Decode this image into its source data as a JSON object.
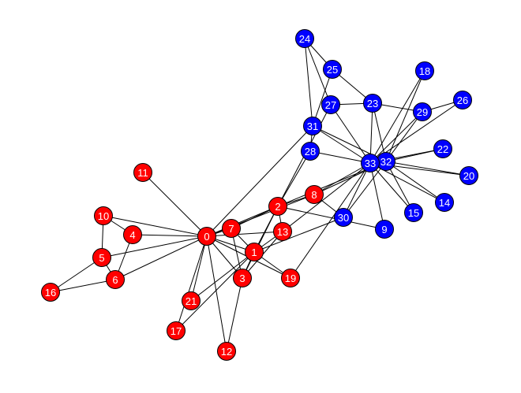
{
  "graph": {
    "colors": {
      "red": "#ff0000",
      "blue": "#0000ff",
      "edge": "#000000",
      "label": "#ffffff"
    },
    "nodes": [
      {
        "id": "0",
        "group": "red"
      },
      {
        "id": "1",
        "group": "red"
      },
      {
        "id": "2",
        "group": "red"
      },
      {
        "id": "3",
        "group": "red"
      },
      {
        "id": "4",
        "group": "red"
      },
      {
        "id": "5",
        "group": "red"
      },
      {
        "id": "6",
        "group": "red"
      },
      {
        "id": "7",
        "group": "red"
      },
      {
        "id": "8",
        "group": "red"
      },
      {
        "id": "9",
        "group": "blue"
      },
      {
        "id": "10",
        "group": "red"
      },
      {
        "id": "11",
        "group": "red"
      },
      {
        "id": "12",
        "group": "red"
      },
      {
        "id": "13",
        "group": "red"
      },
      {
        "id": "14",
        "group": "blue"
      },
      {
        "id": "15",
        "group": "blue"
      },
      {
        "id": "16",
        "group": "red"
      },
      {
        "id": "17",
        "group": "red"
      },
      {
        "id": "18",
        "group": "blue"
      },
      {
        "id": "19",
        "group": "red"
      },
      {
        "id": "20",
        "group": "blue"
      },
      {
        "id": "21",
        "group": "red"
      },
      {
        "id": "22",
        "group": "blue"
      },
      {
        "id": "23",
        "group": "blue"
      },
      {
        "id": "24",
        "group": "blue"
      },
      {
        "id": "25",
        "group": "blue"
      },
      {
        "id": "26",
        "group": "blue"
      },
      {
        "id": "27",
        "group": "blue"
      },
      {
        "id": "28",
        "group": "blue"
      },
      {
        "id": "29",
        "group": "blue"
      },
      {
        "id": "30",
        "group": "blue"
      },
      {
        "id": "31",
        "group": "blue"
      },
      {
        "id": "32",
        "group": "blue"
      },
      {
        "id": "33",
        "group": "blue"
      }
    ],
    "edges": [
      [
        "0",
        "1"
      ],
      [
        "0",
        "2"
      ],
      [
        "0",
        "3"
      ],
      [
        "0",
        "4"
      ],
      [
        "0",
        "5"
      ],
      [
        "0",
        "6"
      ],
      [
        "0",
        "7"
      ],
      [
        "0",
        "8"
      ],
      [
        "0",
        "10"
      ],
      [
        "0",
        "11"
      ],
      [
        "0",
        "12"
      ],
      [
        "0",
        "13"
      ],
      [
        "0",
        "17"
      ],
      [
        "0",
        "19"
      ],
      [
        "0",
        "21"
      ],
      [
        "0",
        "31"
      ],
      [
        "1",
        "2"
      ],
      [
        "1",
        "3"
      ],
      [
        "1",
        "7"
      ],
      [
        "1",
        "13"
      ],
      [
        "1",
        "17"
      ],
      [
        "1",
        "19"
      ],
      [
        "1",
        "21"
      ],
      [
        "1",
        "30"
      ],
      [
        "2",
        "3"
      ],
      [
        "2",
        "7"
      ],
      [
        "2",
        "8"
      ],
      [
        "2",
        "9"
      ],
      [
        "2",
        "13"
      ],
      [
        "2",
        "27"
      ],
      [
        "2",
        "28"
      ],
      [
        "2",
        "32"
      ],
      [
        "3",
        "7"
      ],
      [
        "3",
        "12"
      ],
      [
        "3",
        "13"
      ],
      [
        "4",
        "6"
      ],
      [
        "4",
        "10"
      ],
      [
        "5",
        "6"
      ],
      [
        "5",
        "10"
      ],
      [
        "5",
        "16"
      ],
      [
        "6",
        "16"
      ],
      [
        "8",
        "30"
      ],
      [
        "8",
        "32"
      ],
      [
        "8",
        "33"
      ],
      [
        "9",
        "33"
      ],
      [
        "13",
        "33"
      ],
      [
        "14",
        "32"
      ],
      [
        "14",
        "33"
      ],
      [
        "15",
        "32"
      ],
      [
        "15",
        "33"
      ],
      [
        "18",
        "32"
      ],
      [
        "18",
        "33"
      ],
      [
        "19",
        "33"
      ],
      [
        "20",
        "32"
      ],
      [
        "20",
        "33"
      ],
      [
        "22",
        "32"
      ],
      [
        "22",
        "33"
      ],
      [
        "23",
        "25"
      ],
      [
        "23",
        "27"
      ],
      [
        "23",
        "29"
      ],
      [
        "23",
        "32"
      ],
      [
        "23",
        "33"
      ],
      [
        "24",
        "25"
      ],
      [
        "24",
        "27"
      ],
      [
        "24",
        "31"
      ],
      [
        "25",
        "31"
      ],
      [
        "26",
        "29"
      ],
      [
        "26",
        "33"
      ],
      [
        "27",
        "33"
      ],
      [
        "28",
        "31"
      ],
      [
        "28",
        "33"
      ],
      [
        "29",
        "32"
      ],
      [
        "29",
        "33"
      ],
      [
        "30",
        "32"
      ],
      [
        "30",
        "33"
      ],
      [
        "31",
        "32"
      ],
      [
        "31",
        "33"
      ],
      [
        "32",
        "33"
      ]
    ]
  }
}
